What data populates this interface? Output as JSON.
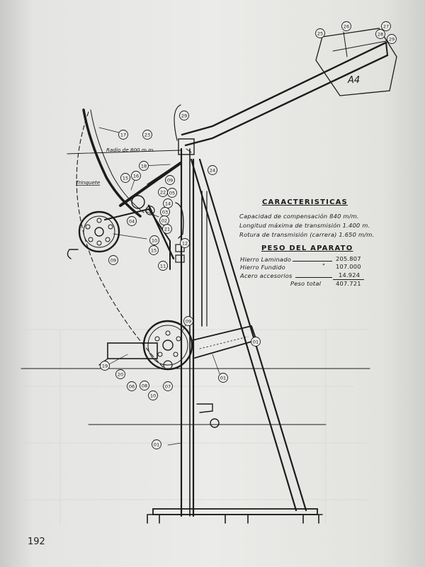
{
  "page_number": "192",
  "diagram": {
    "radius_label": "Radio de 800 m.m.",
    "trinquete_label": "Trinquete",
    "detail_label": "A4"
  },
  "specs": {
    "title": "CARACTERISTICAS",
    "lines": [
      "Capacidad de compensación 840 m/m.",
      "Longitud máxima de transmisión 1.400 m.",
      "Rotura de transmisión (carrera) 1.650 m/m."
    ]
  },
  "weight": {
    "title": "PESO DEL APARATO",
    "rows": [
      {
        "label": "Hierro Laminado",
        "value": "205.807"
      },
      {
        "label": "Hierro Fundido",
        "value": "107.000"
      },
      {
        "label": "Acero accesorios",
        "value": "14.924"
      }
    ],
    "total_label": "Peso total",
    "total_value": "407.721"
  },
  "callouts": [
    "25",
    "26",
    "27",
    "28",
    "29",
    "29",
    "23",
    "24",
    "17",
    "18",
    "16",
    "15",
    "09",
    "05",
    "22",
    "14",
    "03",
    "02",
    "04",
    "21",
    "12",
    "10",
    "15",
    "09",
    "11",
    "09",
    "01",
    "01",
    "19",
    "20",
    "06",
    "08",
    "07",
    "10",
    "01"
  ]
}
